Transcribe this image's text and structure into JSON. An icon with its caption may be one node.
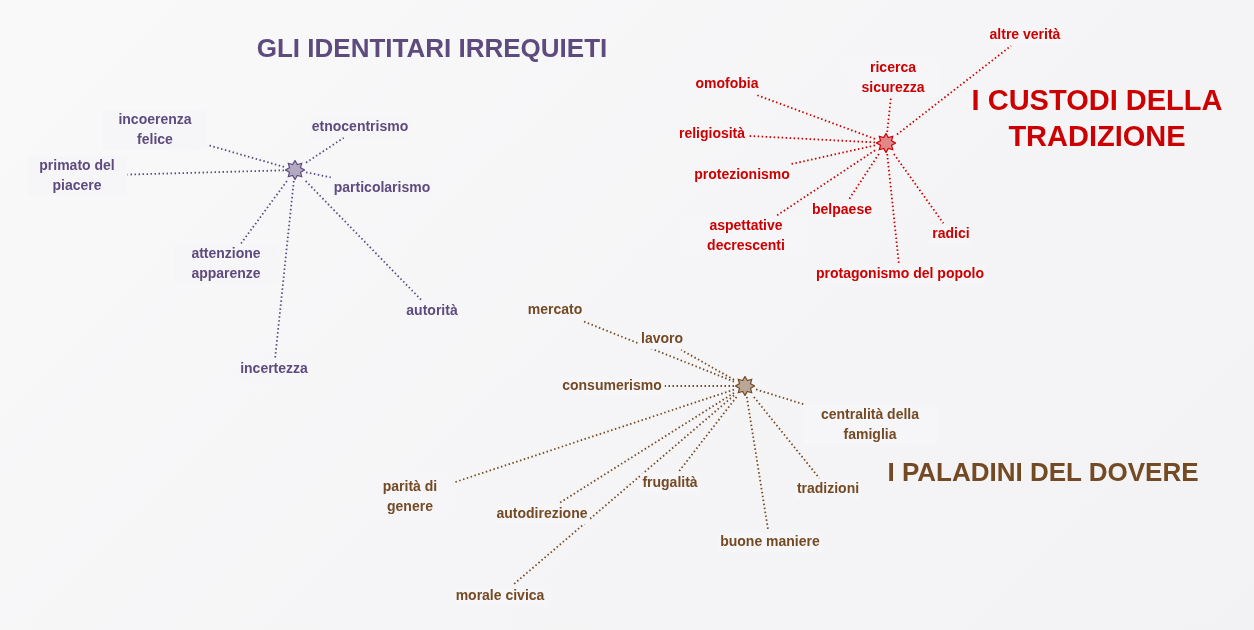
{
  "diagram": {
    "nodes": [
      {
        "text": [],
        "shape": "star"
      },
      {
        "text": [
          "incoerenza felice"
        ]
      },
      {
        "text": [
          "etnocentrismo"
        ]
      },
      {
        "text": [
          "primato del piacere"
        ]
      },
      {
        "text": [
          "particolarismo"
        ]
      },
      {
        "text": [
          "attenzione apparenze"
        ]
      },
      {
        "text": [
          "autorità"
        ]
      },
      {
        "text": [
          "incertezza"
        ]
      },
      {
        "text": [],
        "shape": "star"
      },
      {
        "text": [
          "altre verità"
        ]
      },
      {
        "text": [
          "omofobia"
        ]
      },
      {
        "text": [
          "ricerca sicurezza"
        ]
      },
      {
        "text": [
          "religiosità"
        ]
      },
      {
        "text": [
          "protezionismo"
        ]
      },
      {
        "text": [
          "aspettative decrescenti"
        ]
      },
      {
        "text": [
          "belpaese"
        ]
      },
      {
        "text": [
          "radici"
        ]
      },
      {
        "text": [
          "protagonismo del popolo"
        ]
      },
      {
        "text": [],
        "shape": "star"
      },
      {
        "text": [
          "mercato"
        ]
      },
      {
        "text": [
          "lavoro"
        ]
      },
      {
        "text": [
          "centralità della famiglia"
        ]
      },
      {
        "text": [
          "consumerismo"
        ]
      },
      {
        "text": [
          "parità di genere"
        ]
      },
      {
        "text": [
          "frugalità"
        ]
      },
      {
        "text": [
          "tradizioni"
        ]
      },
      {
        "text": [
          "autodirezione"
        ]
      },
      {
        "text": [
          "buone maniere"
        ]
      },
      {
        "text": [
          "morale civica"
        ]
      }
    ],
    "edges": [
      {
        "from": 0,
        "to": 1,
        "arrow": "none",
        "color": "#5e4b7e"
      },
      {
        "from": 0,
        "to": 2,
        "arrow": "none",
        "color": "#5e4b7e"
      },
      {
        "from": 0,
        "to": 3,
        "arrow": "none",
        "color": "#5e4b7e"
      },
      {
        "from": 0,
        "to": 4,
        "arrow": "none",
        "color": "#5e4b7e"
      },
      {
        "from": 0,
        "to": 5,
        "arrow": "none",
        "color": "#5e4b7e"
      },
      {
        "from": 0,
        "to": 6,
        "arrow": "none",
        "color": "#5e4b7e"
      },
      {
        "from": 0,
        "to": 7,
        "arrow": "none",
        "color": "#5e4b7e"
      },
      {
        "from": 8,
        "to": 9,
        "arrow": "none",
        "color": "#cc0000"
      },
      {
        "from": 8,
        "to": 10,
        "arrow": "none",
        "color": "#cc0000"
      },
      {
        "from": 8,
        "to": 11,
        "arrow": "none",
        "color": "#cc0000"
      },
      {
        "from": 8,
        "to": 12,
        "arrow": "none",
        "color": "#cc0000"
      },
      {
        "from": 8,
        "to": 13,
        "arrow": "none",
        "color": "#cc0000"
      },
      {
        "from": 8,
        "to": 14,
        "arrow": "none",
        "color": "#cc0000"
      },
      {
        "from": 8,
        "to": 15,
        "arrow": "none",
        "color": "#cc0000"
      },
      {
        "from": 8,
        "to": 16,
        "arrow": "none",
        "color": "#cc0000"
      },
      {
        "from": 8,
        "to": 17,
        "arrow": "none",
        "color": "#cc0000"
      },
      {
        "from": 18,
        "to": 19,
        "arrow": "none",
        "color": "#744a24"
      },
      {
        "from": 18,
        "to": 20,
        "arrow": "none",
        "color": "#744a24"
      },
      {
        "from": 18,
        "to": 21,
        "arrow": "none",
        "color": "#744a24"
      },
      {
        "from": 18,
        "to": 22,
        "arrow": "none",
        "color": "#744a24"
      },
      {
        "from": 18,
        "to": 23,
        "arrow": "none",
        "color": "#744a24"
      },
      {
        "from": 18,
        "to": 24,
        "arrow": "none",
        "color": "#744a24"
      },
      {
        "from": 18,
        "to": 25,
        "arrow": "none",
        "color": "#744a24"
      },
      {
        "from": 18,
        "to": 26,
        "arrow": "none",
        "color": "#744a24"
      },
      {
        "from": 18,
        "to": 27,
        "arrow": "none",
        "color": "#744a24"
      },
      {
        "from": 18,
        "to": 28,
        "arrow": "none",
        "color": "#744a24"
      }
    ],
    "labels": [
      "GLI IDENTITARI IRREQUIETI",
      "I CUSTODI DELLA TRADIZIONE",
      "I PALADINI DEL DOVERE"
    ]
  }
}
